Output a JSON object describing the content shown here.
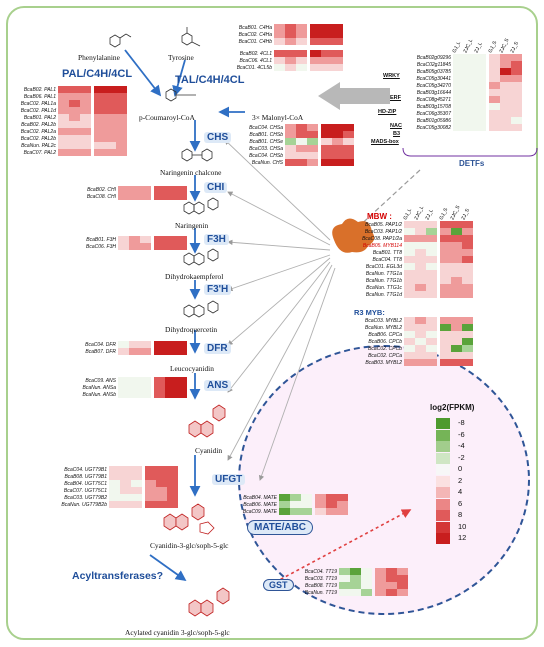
{
  "colors": {
    "frame": "#a8d08d",
    "arrow_blue": "#2f6fc4",
    "dashed": "#2f5597",
    "enzyme": "#1f4e9a",
    "mbw_red": "#d40000"
  },
  "compounds": {
    "phe": "Phenylalanine",
    "tyr": "Tyrosine",
    "coum": "p-Coumaroyl-CoA",
    "malonyl": "3× Malonyl-CoA",
    "chal": "Naringenin chalcone",
    "nar": "Naringenin",
    "dhk": "Dihydrokaempferol",
    "dhq": "Dihydroquercetin",
    "leu": "Leucocyanidin",
    "cya": "Cyanidin",
    "cyg": "Cyanidin-3-glc/soph-5-glc",
    "acy": "Acylated cyanidin 3-glc/soph-5-glc"
  },
  "enzymes": {
    "pal": "PAL/C4H/4CL",
    "tal": "TAL/C4H/4CL",
    "chs": "CHS",
    "chi": "CHI",
    "f3h": "F3H",
    "f3ph": "F3'H",
    "dfr": "DFR",
    "ans": "ANS",
    "ufgt": "UFGT",
    "mate": "MATE/ABC",
    "acyl": "Acyltransferases?",
    "gst": "GST"
  },
  "detfs_label": "DETFs",
  "mbw_label": "MBW :",
  "r3_label": "R3 MYB:",
  "legend_title": "log2(FPKM)",
  "legend_values": [
    "-8",
    "-6",
    "-4",
    "-2",
    "0",
    "2",
    "4",
    "6",
    "8",
    "10",
    "12"
  ],
  "column_labels": [
    "GJ_L",
    "ZJC_L",
    "ZJ_L",
    "GJ_S",
    "ZJC_S",
    "ZJ_S"
  ],
  "tf_families": [
    "WRKY",
    "ERF",
    "HD-ZIP",
    "NAC",
    "B3",
    "MADS-box"
  ],
  "heatmaps": {
    "c4h": {
      "genes": [
        "BcaB01. C4Ha",
        "BcaC02. C4Ha",
        "BcaC01. C4Hb"
      ],
      "levels": [
        [
          2,
          3,
          2,
          4,
          4,
          4
        ],
        [
          2,
          3,
          2,
          4,
          4,
          4
        ],
        [
          1,
          2,
          1,
          3,
          3,
          3
        ]
      ]
    },
    "cl4": {
      "genes": [
        "BcaB02. 4CL1",
        "BcaC06. 4CL1",
        "BcaC01. 4CL5b"
      ],
      "levels": [
        [
          3,
          3,
          3,
          4,
          3,
          3
        ],
        [
          1,
          2,
          1,
          2,
          2,
          2
        ],
        [
          0,
          1,
          0,
          1,
          1,
          1
        ]
      ]
    },
    "pal": {
      "genes": [
        "BcaB02. PAL1",
        "BcaB06. PAL1",
        "BcaC02. PAL1a",
        "BcaC02. PAL1d",
        "BcaB01. PAL2",
        "BcaB02. PAL2b",
        "BcaC02. PAL2a",
        "BcaC02. PAL2b",
        "BcaNun. PAL2c",
        "BcaC07. PAL2"
      ],
      "levels": [
        [
          3,
          3,
          3,
          4,
          4,
          4
        ],
        [
          2,
          2,
          2,
          3,
          3,
          3
        ],
        [
          2,
          3,
          2,
          3,
          3,
          3
        ],
        [
          2,
          2,
          2,
          3,
          3,
          3
        ],
        [
          1,
          2,
          1,
          2,
          2,
          2
        ],
        [
          1,
          1,
          1,
          2,
          2,
          2
        ],
        [
          2,
          2,
          2,
          2,
          2,
          2
        ],
        [
          1,
          1,
          1,
          2,
          2,
          2
        ],
        [
          1,
          1,
          1,
          1,
          1,
          2
        ],
        [
          2,
          2,
          2,
          2,
          2,
          2
        ]
      ]
    },
    "chs": {
      "genes": [
        "BcaC04. CHSa",
        "BcaB01. CHSb",
        "BcaB01. CHSe",
        "BcaC03. CHSa",
        "BcaC04. CHSb",
        "BcaNun. CHS"
      ],
      "levels": [
        [
          2,
          3,
          2,
          4,
          4,
          4
        ],
        [
          2,
          3,
          3,
          4,
          4,
          3
        ],
        [
          -1,
          0,
          -1,
          1,
          2,
          1
        ],
        [
          1,
          2,
          2,
          3,
          3,
          3
        ],
        [
          1,
          1,
          1,
          3,
          3,
          3
        ],
        [
          3,
          3,
          2,
          4,
          4,
          4
        ]
      ]
    },
    "chi": {
      "genes": [
        "BcaB02. CHI",
        "BcaC08. CHI"
      ],
      "levels": [
        [
          2,
          2,
          2,
          3,
          3,
          3
        ],
        [
          2,
          2,
          2,
          3,
          3,
          3
        ]
      ]
    },
    "f3h": {
      "genes": [
        "BcaB01. F3H",
        "BcaC06. F3H"
      ],
      "levels": [
        [
          1,
          2,
          1,
          3,
          3,
          3
        ],
        [
          1,
          2,
          2,
          3,
          3,
          3
        ]
      ]
    },
    "dfr": {
      "genes": [
        "BcaC04. DFR",
        "BcaB07. DFR"
      ],
      "levels": [
        [
          0,
          1,
          1,
          4,
          4,
          4
        ],
        [
          1,
          2,
          2,
          4,
          4,
          4
        ]
      ]
    },
    "ans": {
      "genes": [
        "BcaC09. ANS",
        "BcaNun. ANSa",
        "BcaNun. ANSb"
      ],
      "levels": [
        [
          0,
          0,
          0,
          3,
          4,
          4
        ],
        [
          0,
          0,
          0,
          3,
          4,
          4
        ],
        [
          0,
          0,
          0,
          3,
          4,
          4
        ]
      ]
    },
    "ufgt": {
      "genes": [
        "BcaC04. UGT79B1",
        "BcaB08. UGT79B1",
        "BcaB04. UGT75C1",
        "BcaC07. UGT75C1",
        "BcaC03. UGT79B2",
        "BcaNun. UGT79B2b"
      ],
      "levels": [
        [
          1,
          1,
          1,
          3,
          3,
          3
        ],
        [
          1,
          1,
          1,
          3,
          3,
          3
        ],
        [
          0,
          1,
          0,
          2,
          3,
          3
        ],
        [
          0,
          1,
          1,
          2,
          2,
          3
        ],
        [
          0,
          0,
          0,
          2,
          2,
          3
        ],
        [
          1,
          1,
          1,
          3,
          3,
          3
        ]
      ]
    },
    "mate": {
      "genes": [
        "BcaB04. MATE",
        "BcaB06. MATE",
        "BcaC09. MATE"
      ],
      "levels": [
        [
          -2,
          -1,
          0,
          2,
          3,
          3
        ],
        [
          -1,
          0,
          0,
          2,
          3,
          2
        ],
        [
          -2,
          -1,
          -1,
          1,
          2,
          2
        ]
      ]
    },
    "gst": {
      "genes": [
        "BcaC04. TT19",
        "BcaC03. TT19",
        "BcaB08. TT19",
        "BcaNun. TT19"
      ],
      "levels": [
        [
          -1,
          -2,
          0,
          2,
          3,
          2
        ],
        [
          0,
          -1,
          0,
          2,
          3,
          3
        ],
        [
          -1,
          -1,
          0,
          2,
          2,
          3
        ],
        [
          0,
          0,
          -1,
          2,
          3,
          2
        ]
      ]
    },
    "mbw": {
      "genes": [
        "BcaB05. PAP1/2",
        "BcaC03. PAP1/2",
        "BcaC08. PAP1/2a",
        "BcaB05. MYB114",
        "BcaB01. TT8",
        "BcaC04. TT8",
        "BcaC01. EGL3d",
        "BcaNun. TTG1a",
        "BcaNun. TTG1b",
        "BcaNun. TTG1c",
        "BcaNun. TTG1d"
      ],
      "levels": [
        [
          1,
          1,
          1,
          3,
          3,
          3
        ],
        [
          0,
          1,
          -1,
          2,
          -2,
          2
        ],
        [
          2,
          2,
          2,
          3,
          3,
          3
        ],
        [
          0,
          0,
          0,
          2,
          2,
          3
        ],
        [
          0,
          1,
          0,
          2,
          2,
          2
        ],
        [
          1,
          1,
          1,
          2,
          2,
          3
        ],
        [
          0,
          1,
          0,
          1,
          1,
          1
        ],
        [
          1,
          1,
          1,
          1,
          1,
          1
        ],
        [
          1,
          1,
          1,
          1,
          2,
          1
        ],
        [
          1,
          2,
          1,
          2,
          2,
          2
        ],
        [
          1,
          1,
          1,
          2,
          2,
          2
        ]
      ]
    },
    "r3": {
      "genes": [
        "BcaC03. MYBL2",
        "BcaNun. MYBL2",
        "BcaB06. CPCa",
        "BcaB06. CPCb",
        "BcaC02. CPCb",
        "BcaC02. CPCa",
        "BcaB03. MYBL2"
      ],
      "levels": [
        [
          1,
          2,
          1,
          2,
          2,
          2
        ],
        [
          1,
          1,
          1,
          -2,
          2,
          -2
        ],
        [
          0,
          1,
          0,
          1,
          1,
          1
        ],
        [
          1,
          0,
          1,
          1,
          1,
          -2
        ],
        [
          0,
          1,
          0,
          1,
          -2,
          -1
        ],
        [
          1,
          1,
          1,
          1,
          1,
          1
        ],
        [
          2,
          2,
          2,
          3,
          3,
          3
        ]
      ]
    },
    "detf": {
      "genes": [
        "BcaB02g09296",
        "BcaC02g11845",
        "BcaB05g03785",
        "BcaC05g30441",
        "BcaC05g34270",
        "BcaB03g16644",
        "BcaC08g45271",
        "BcaB03g15708",
        "BcaC06g35307",
        "BcaB01g05986",
        "BcaC05g30082"
      ],
      "levels": [
        [
          0,
          0,
          0,
          1,
          2,
          2
        ],
        [
          0,
          0,
          0,
          1,
          2,
          3
        ],
        [
          0,
          0,
          0,
          1,
          4,
          3
        ],
        [
          0,
          0,
          0,
          1,
          2,
          2
        ],
        [
          0,
          0,
          0,
          2,
          1,
          1
        ],
        [
          0,
          0,
          0,
          1,
          1,
          1
        ],
        [
          0,
          0,
          0,
          2,
          1,
          1
        ],
        [
          0,
          0,
          0,
          0,
          1,
          1
        ],
        [
          0,
          0,
          0,
          1,
          1,
          1
        ],
        [
          0,
          0,
          0,
          1,
          1,
          0
        ],
        [
          0,
          0,
          0,
          1,
          1,
          1
        ]
      ]
    }
  }
}
